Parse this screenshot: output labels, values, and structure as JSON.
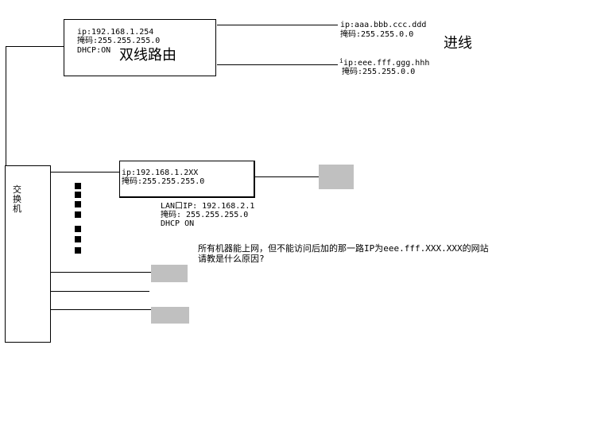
{
  "router": {
    "ip": "ip:192.168.1.254",
    "mask": "掩码:255.255.255.0",
    "dhcp": "DHCP:ON",
    "title": "双线路由"
  },
  "wan1": {
    "ip": "ip:aaa.bbb.ccc.ddd",
    "mask": "掩码:255.255.0.0"
  },
  "wan2": {
    "marker": "i",
    "ip": "ip:eee.fff.ggg.hhh",
    "mask": "掩码:255.255.0.0"
  },
  "incoming_label": "进线",
  "sub_router": {
    "ip": "ip:192.168.1.2XX",
    "mask": "掩码:255.255.255.0"
  },
  "lan_info": {
    "ip": "LAN口IP: 192.168.2.1",
    "mask": "掩码: 255.255.255.0",
    "dhcp": "DHCP ON"
  },
  "switch_label": "交\n换\n机",
  "question": {
    "line1": "所有机器能上网，但不能访问后加的那一路IP为eee.fff.XXX.XXX的网站",
    "line2": "请教是什么原因?"
  },
  "colors": {
    "line": "#000000",
    "device": "#c0c0c0",
    "background": "#ffffff"
  }
}
